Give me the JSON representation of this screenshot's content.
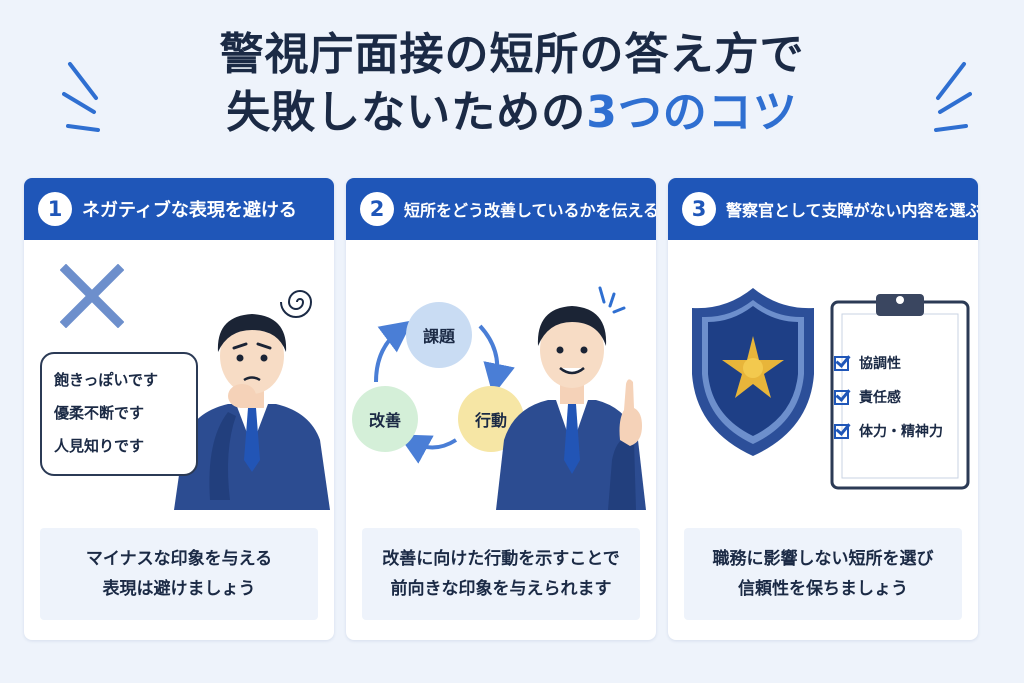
{
  "title": {
    "line1": "警視庁面接の短所の答え方で",
    "line2_prefix": "失敗しないための",
    "line2_accent": "3つのコツ"
  },
  "colors": {
    "primary": "#1f56b8",
    "accent": "#2f6fd1",
    "background": "#eef3fb",
    "node_issue": "#c9dcf3",
    "node_action": "#f6e6a5",
    "node_improve": "#d4efd8"
  },
  "cards": [
    {
      "number": "1",
      "heading": "ネガティブな表現を避ける",
      "icons": [
        "cross-icon",
        "worried-businessman",
        "confusion-swirl-icon"
      ],
      "bubble_lines": [
        "飽きっぽいです",
        "優柔不断です",
        "人見知りです"
      ],
      "caption_lines": [
        "マイナスな印象を与える",
        "表現は避けましょう"
      ]
    },
    {
      "number": "2",
      "heading": "短所をどう改善しているかを伝える",
      "icons": [
        "cycle-arrows-icon",
        "smiling-businessman"
      ],
      "cycle": [
        "課題",
        "行動",
        "改善"
      ],
      "caption_lines": [
        "改善に向けた行動を示すことで",
        "前向きな印象を与えられます"
      ]
    },
    {
      "number": "3",
      "heading": "警察官として支障がない内容を選ぶ",
      "icons": [
        "police-shield-icon",
        "clipboard-icon",
        "checkbox-icon"
      ],
      "checklist": [
        "協調性",
        "責任感",
        "体力・精神力"
      ],
      "caption_lines": [
        "職務に影響しない短所を選び",
        "信頼性を保ちましょう"
      ]
    }
  ]
}
